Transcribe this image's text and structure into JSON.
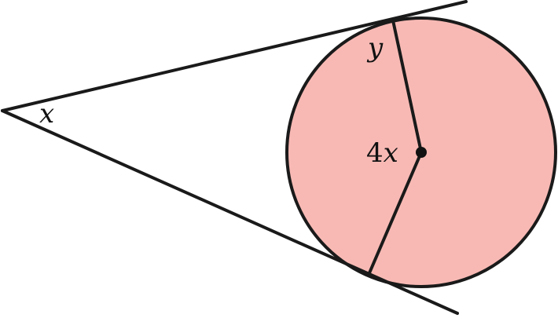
{
  "diagram": {
    "colors": {
      "line": "#1a1a1a",
      "circle_fill": "#f8b9b4",
      "background": "#ffffff"
    },
    "labels": {
      "angle_external": "x",
      "angle_tangent": "y",
      "center_coefficient": "4",
      "center_variable": "x"
    }
  }
}
